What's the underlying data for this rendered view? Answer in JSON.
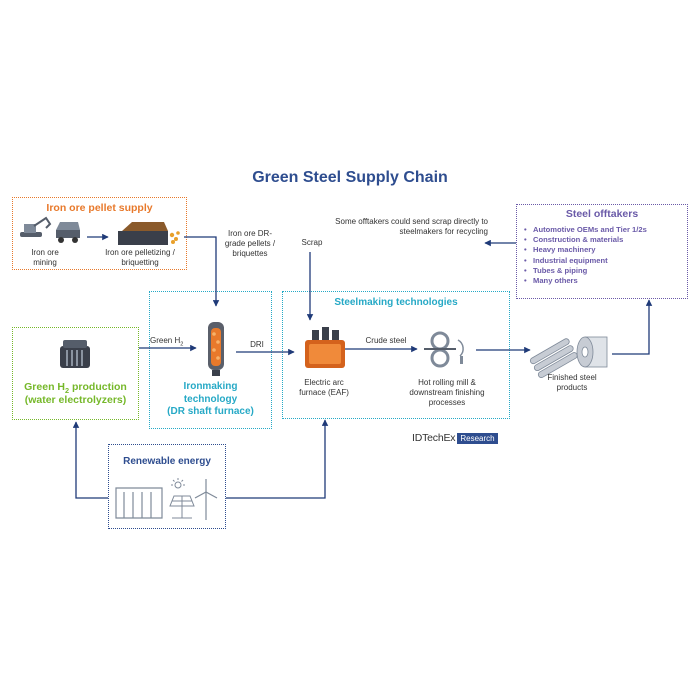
{
  "title": "Green Steel Supply Chain",
  "pellet_supply": {
    "header": "Iron ore pellet supply",
    "mining_label": "Iron ore mining",
    "pelletizing_label": "Iron ore pelletizing / briquetting"
  },
  "pellet_flow_label": "Iron ore DR-grade pellets / briquettes",
  "scrap_note": "Some offtakers could send scrap directly to steelmakers for recycling",
  "scrap_label": "Scrap",
  "offtakers": {
    "header": "Steel offtakers",
    "items": [
      "Automotive OEMs and Tier 1/2s",
      "Construction & materials",
      "Heavy machinery",
      "Industrial equipment",
      "Tubes & piping",
      "Many others"
    ]
  },
  "h2": {
    "label_main": "Green H",
    "label_sub": "2",
    "label_rest": " production",
    "label_line2": "(water electrolyzers)"
  },
  "green_h2_flow": {
    "main": "Green H",
    "sub": "2"
  },
  "ironmaking": {
    "line1": "Ironmaking",
    "line2": "technology",
    "line3": "(DR shaft furnace)"
  },
  "dri_label": "DRI",
  "steelmaking": {
    "header": "Steelmaking technologies",
    "eaf_label": "Electric arc furnace (EAF)",
    "crude_steel_label": "Crude steel",
    "rolling_label": "Hot rolling mill & downstream finishing processes"
  },
  "finished_label": "Finished steel products",
  "renewable_header": "Renewable energy",
  "logo": {
    "brand": "IDTechEx",
    "tag": "Research"
  },
  "colors": {
    "navy": "#2e4d8f",
    "orange": "#e8792b",
    "green": "#76b82a",
    "teal": "#26a9c6",
    "purple": "#6a5aa8",
    "arrow": "#1f3a78",
    "gray_icon": "#7f8a99"
  }
}
